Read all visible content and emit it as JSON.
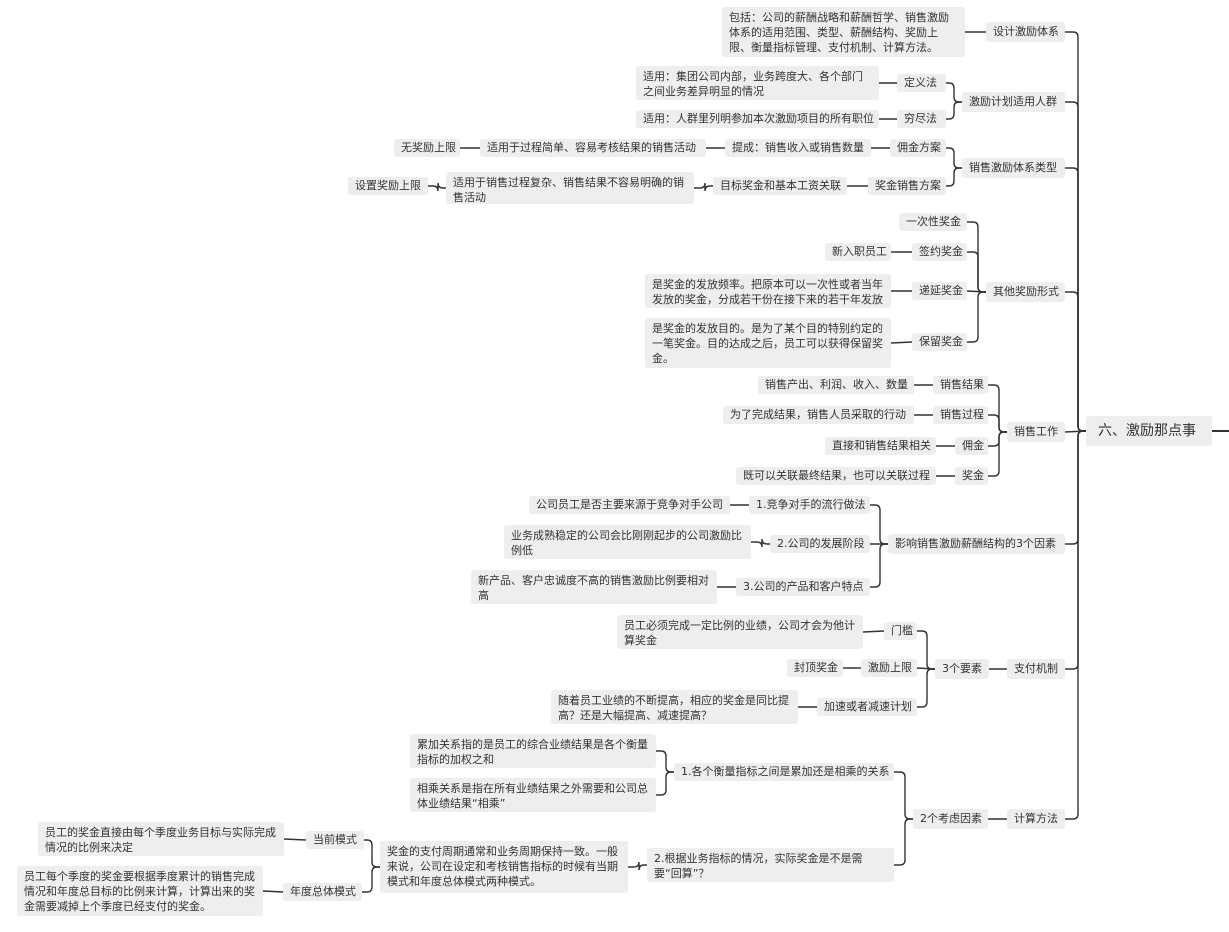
{
  "root": "六、激励那点事",
  "nodes": {
    "n1": "设计激励体系",
    "n1a": "包括：公司的薪酬战略和薪酬哲学、销售激励体系的适用范围、类型、薪酬结构、奖励上限、衡量指标管理、支付机制、计算方法。",
    "n2": "激励计划适用人群",
    "n2a": "定义法",
    "n2a1": "适用：集团公司内部，业务跨度大、各个部门之间业务差异明显的情况",
    "n2b": "穷尽法",
    "n2b1": "适用：人群里列明参加本次激励项目的所有职位",
    "n3": "销售激励体系类型",
    "n3a": "佣金方案",
    "n3a1": "提成：销售收入或销售数量",
    "n3a2": "适用于过程简单、容易考核结果的销售活动",
    "n3a3": "无奖励上限",
    "n3b": "奖金销售方案",
    "n3b1": "目标奖金和基本工资关联",
    "n3b2": "适用于销售过程复杂、销售结果不容易明确的销售活动",
    "n3b3": "设置奖励上限",
    "n4": "其他奖励形式",
    "n4a": "一次性奖金",
    "n4b": "签约奖金",
    "n4b1": "新入职员工",
    "n4c": "递延奖金",
    "n4c1": "是奖金的发放频率。把原本可以一次性或者当年发放的奖金，分成若干份在接下来的若干年发放",
    "n4d": "保留奖金",
    "n4d1": "是奖金的发放目的。是为了某个目的特别约定的一笔奖金。目的达成之后，员工可以获得保留奖金。",
    "n5": "销售工作",
    "n5a": "销售结果",
    "n5a1": "销售产出、利润、收入、数量",
    "n5b": "销售过程",
    "n5b1": "为了完成结果，销售人员采取的行动",
    "n5c": "佣金",
    "n5c1": "直接和销售结果相关",
    "n5d": "奖金",
    "n5d1": "既可以关联最终结果，也可以关联过程",
    "n6": "影响销售激励薪酬结构的3个因素",
    "n6a": "1.竞争对手的流行做法",
    "n6a1": "公司员工是否主要来源于竞争对手公司",
    "n6b": "2.公司的发展阶段",
    "n6b1": "业务成熟稳定的公司会比刚刚起步的公司激励比例低",
    "n6c": "3.公司的产品和客户特点",
    "n6c1": "新产品、客户忠诚度不高的销售激励比例要相对高",
    "n7": "支付机制",
    "n7a": "3个要素",
    "n7a1": "门槛",
    "n7a1a": "员工必须完成一定比例的业绩，公司才会为他计算奖金",
    "n7a2": "激励上限",
    "n7a2a": "封顶奖金",
    "n7a3": "加速或者减速计划",
    "n7a3a": "随着员工业绩的不断提高，相应的奖金是同比提高？还是大幅提高、减速提高？",
    "n8": "计算方法",
    "n8a": "2个考虑因素",
    "n8a1": "1.各个衡量指标之间是累加还是相乘的关系",
    "n8a1a": "累加关系指的是员工的综合业绩结果是各个衡量指标的加权之和",
    "n8a1b": "相乘关系是指在所有业绩结果之外需要和公司总体业绩结果“相乘”",
    "n8a2": "2.根据业务指标的情况，实际奖金是不是需要“回算”？",
    "n8a2a": "奖金的支付周期通常和业务周期保持一致。一般来说，公司在设定和考核销售指标的时候有当期模式和年度总体模式两种模式。",
    "n8a2a1": "当前模式",
    "n8a2a1a": "员工的奖金直接由每个季度业务目标与实际完成情况的比例来决定",
    "n8a2a2": "年度总体模式",
    "n8a2a2a": "员工每个季度的奖金要根据季度累计的销售完成情况和年度总目标的比例来计算，计算出来的奖金需要减掉上个季度已经支付的奖金。"
  }
}
